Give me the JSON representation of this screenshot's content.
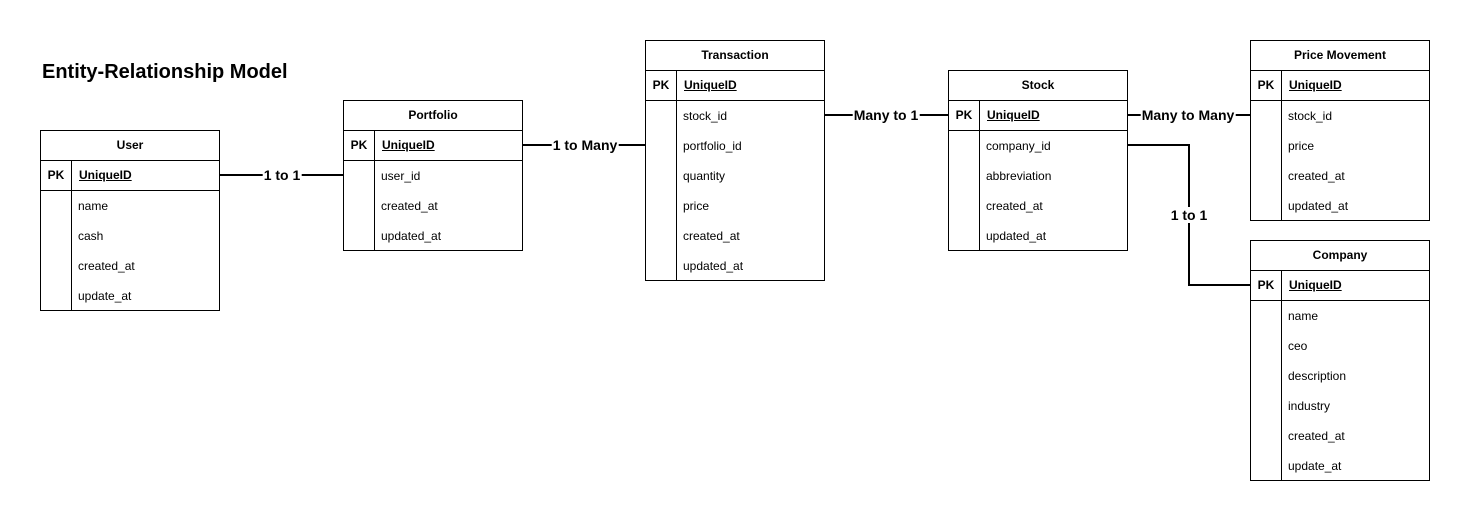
{
  "title": "Entity-Relationship Model",
  "pk_label": "PK",
  "entities": {
    "user": {
      "name": "User",
      "pk": "UniqueID",
      "fields": [
        "name",
        "cash",
        "created_at",
        "update_at"
      ]
    },
    "portfolio": {
      "name": "Portfolio",
      "pk": "UniqueID",
      "fields": [
        "user_id",
        "created_at",
        "updated_at"
      ]
    },
    "transaction": {
      "name": "Transaction",
      "pk": "UniqueID",
      "fields": [
        "stock_id",
        "portfolio_id",
        "quantity",
        "price",
        "created_at",
        "updated_at"
      ]
    },
    "stock": {
      "name": "Stock",
      "pk": "UniqueID",
      "fields": [
        "company_id",
        "abbreviation",
        "created_at",
        "updated_at"
      ]
    },
    "price_movement": {
      "name": "Price Movement",
      "pk": "UniqueID",
      "fields": [
        "stock_id",
        "price",
        "created_at",
        "updated_at"
      ]
    },
    "company": {
      "name": "Company",
      "pk": "UniqueID",
      "fields": [
        "name",
        "ceo",
        "description",
        "industry",
        "created_at",
        "update_at"
      ]
    }
  },
  "relationships": {
    "user_portfolio": "1 to 1",
    "portfolio_transaction": "1 to Many",
    "transaction_stock": "Many to 1",
    "stock_price_movement": "Many to Many",
    "stock_company": "1 to 1"
  }
}
